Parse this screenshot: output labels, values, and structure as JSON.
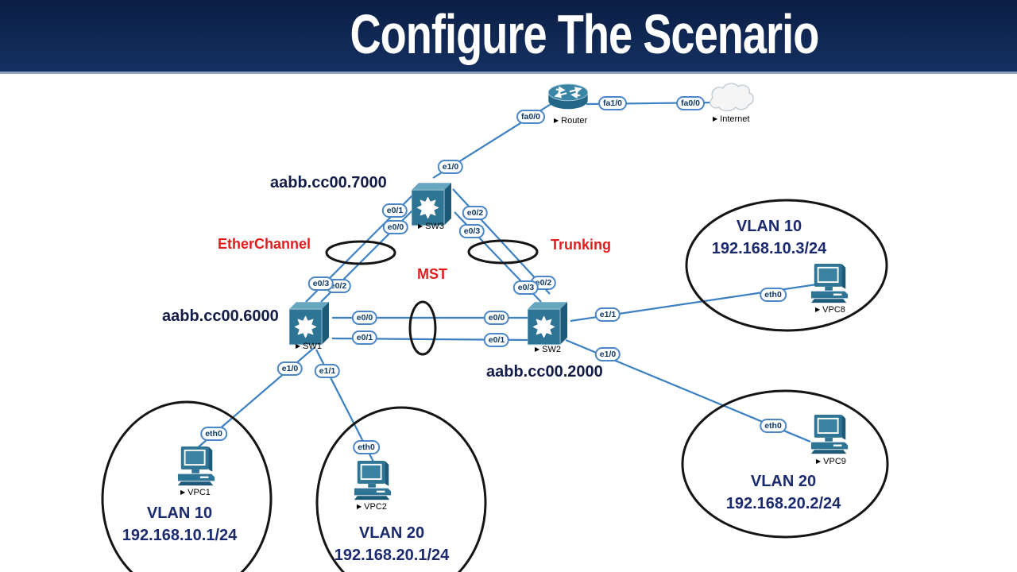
{
  "banner": {
    "title": "Configure The Scenario"
  },
  "icons": {
    "marker": "▶"
  },
  "annotations": {
    "etherchannel": "EtherChannel",
    "mst": "MST",
    "trunking": "Trunking"
  },
  "nodes": {
    "router": {
      "label": "Router"
    },
    "internet": {
      "label": "Internet"
    },
    "sw3": {
      "label": "SW3",
      "mac": "aabb.cc00.7000"
    },
    "sw1": {
      "label": "SW1",
      "mac": "aabb.cc00.6000"
    },
    "sw2": {
      "label": "SW2",
      "mac": "aabb.cc00.2000"
    },
    "vpc1": {
      "label": "VPC1",
      "vlan": "VLAN 10",
      "ip": "192.168.10.1/24"
    },
    "vpc2": {
      "label": "VPC2",
      "vlan": "VLAN 20",
      "ip": "192.168.20.1/24"
    },
    "vpc8": {
      "label": "VPC8",
      "vlan": "VLAN 10",
      "ip": "192.168.10.3/24"
    },
    "vpc9": {
      "label": "VPC9",
      "vlan": "VLAN 20",
      "ip": "192.168.20.2/24"
    }
  },
  "ports": {
    "router_fa00": "fa0/0",
    "router_fa10": "fa1/0",
    "internet_fa00": "fa0/0",
    "sw3_e10": "e1/0",
    "sw3_e01": "e0/1",
    "sw3_e00": "e0/0",
    "sw3_e02": "e0/2",
    "sw3_e03": "e0/3",
    "sw1_e03": "e0/3",
    "sw1_e02": "e0/2",
    "sw1_e00": "e0/0",
    "sw1_e01": "e0/1",
    "sw1_e10": "e1/0",
    "sw1_e11": "e1/1",
    "sw2_e03": "e0/3",
    "sw2_e02": "e0/2",
    "sw2_e00": "e0/0",
    "sw2_e01": "e0/1",
    "sw2_e11": "e1/1",
    "sw2_e10": "e1/0",
    "vpc1_eth0": "eth0",
    "vpc2_eth0": "eth0",
    "vpc8_eth0": "eth0",
    "vpc9_eth0": "eth0"
  },
  "colors": {
    "banner_navy": "#112a5c",
    "link_blue": "#3b80c2",
    "device_teal": "#2e7494",
    "annotation_red": "#e31d1d",
    "label_navy": "#1b2a6e"
  }
}
